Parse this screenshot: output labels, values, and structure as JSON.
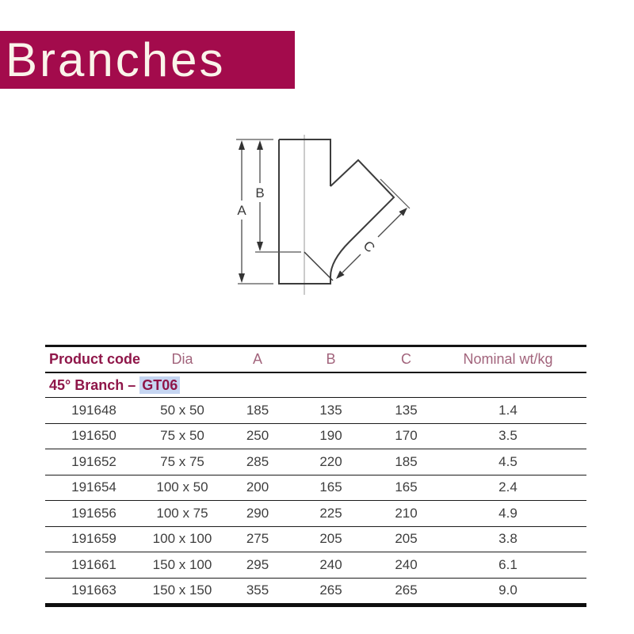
{
  "page": {
    "banner": {
      "text": "Branches",
      "bg_color": "#A30B4C",
      "text_color": "#FAF4EA"
    }
  },
  "diagram": {
    "labels": {
      "a": "A",
      "b": "B",
      "c": "C"
    }
  },
  "table": {
    "columns": [
      "Product code",
      "Dia",
      "A",
      "B",
      "C",
      "Nominal wt/kg"
    ],
    "section": {
      "prefix": "45° Branch – ",
      "highlight": "GT06",
      "highlight_color": "#C6D6F2"
    },
    "rows": [
      [
        "191648",
        "50 x 50",
        "185",
        "135",
        "135",
        "1.4"
      ],
      [
        "191650",
        "75 x 50",
        "250",
        "190",
        "170",
        "3.5"
      ],
      [
        "191652",
        "75 x 75",
        "285",
        "220",
        "185",
        "4.5"
      ],
      [
        "191654",
        "100 x 50",
        "200",
        "165",
        "165",
        "2.4"
      ],
      [
        "191656",
        "100 x 75",
        "290",
        "225",
        "210",
        "4.9"
      ],
      [
        "191659",
        "100 x 100",
        "275",
        "205",
        "205",
        "3.8"
      ],
      [
        "191661",
        "150 x 100",
        "295",
        "240",
        "240",
        "6.1"
      ],
      [
        "191663",
        "150 x 150",
        "355",
        "265",
        "265",
        "9.0"
      ]
    ]
  }
}
